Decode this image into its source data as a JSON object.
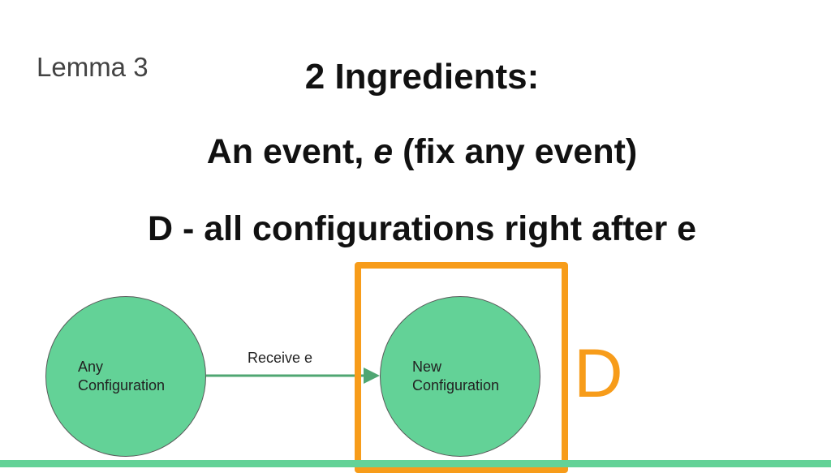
{
  "slide": {
    "corner_label": "Lemma 3",
    "title": "2 Ingredients:",
    "line1_prefix": "An event, ",
    "line1_var": "e",
    "line1_suffix": " (fix any event)",
    "line2": "D - all configurations right after e"
  },
  "diagram": {
    "nodes": [
      {
        "id": "any",
        "label": "Any\nConfiguration"
      },
      {
        "id": "new",
        "label": "New\nConfiguration"
      }
    ],
    "edge": {
      "from": "any",
      "to": "new",
      "label": "Receive e"
    },
    "set_label": "D"
  },
  "colors": {
    "node_fill": "#63d297",
    "arrow": "#4fa672",
    "set_outline": "#f79c1a",
    "footer_bar": "#63d297"
  }
}
